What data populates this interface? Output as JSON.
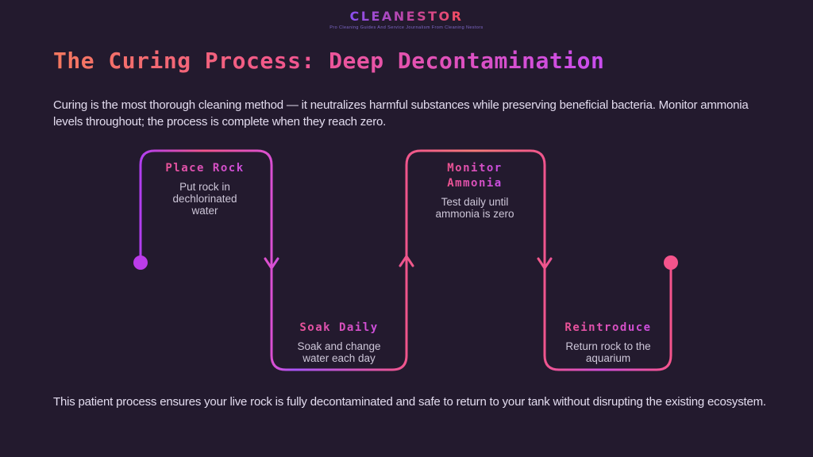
{
  "logo": {
    "wordmark": "CLEANESTOR",
    "tagline": "Pro Cleaning Guides And Service Journalism From Cleaning Nestors"
  },
  "title": "The Curing Process: Deep Decontamination",
  "intro": "Curing is the most thorough cleaning method — it neutralizes harmful substances while preserving beneficial bacteria. Monitor ammonia levels throughout; the process is complete when they reach zero.",
  "steps": [
    {
      "title": "Place Rock",
      "description": "Put rock in dechlorinated water"
    },
    {
      "title": "Soak Daily",
      "description": "Soak and change water each day"
    },
    {
      "title": "Monitor Ammonia",
      "description": "Test daily until ammonia is zero"
    },
    {
      "title": "Reintroduce",
      "description": "Return rock to the aquarium"
    }
  ],
  "footer": "This patient process ensures your live rock is fully decontaminated and safe to return to your tank without disrupting the existing ecosystem.",
  "colors": {
    "background": "#231a2e",
    "body_text": "#e3dcef",
    "step_description_text": "#cdc6d8",
    "title_gradient": [
      "#f4785f",
      "#f2578c",
      "#c94df0"
    ],
    "step_title_gradient": [
      "#f0548c",
      "#c44df0"
    ],
    "logo_gradient": [
      "#8a4ff0",
      "#c2459f",
      "#f84d5e"
    ],
    "tagline_text": "#7d68c8",
    "path_gradient": [
      "#b13ef0",
      "#f0558c",
      "#d94fd4",
      "#a855f7",
      "#f0558c",
      "#f57a78",
      "#f0558c",
      "#d04fd8",
      "#f5548c"
    ],
    "start_dot": "#bb3cea",
    "end_dot": "#f5548c"
  }
}
